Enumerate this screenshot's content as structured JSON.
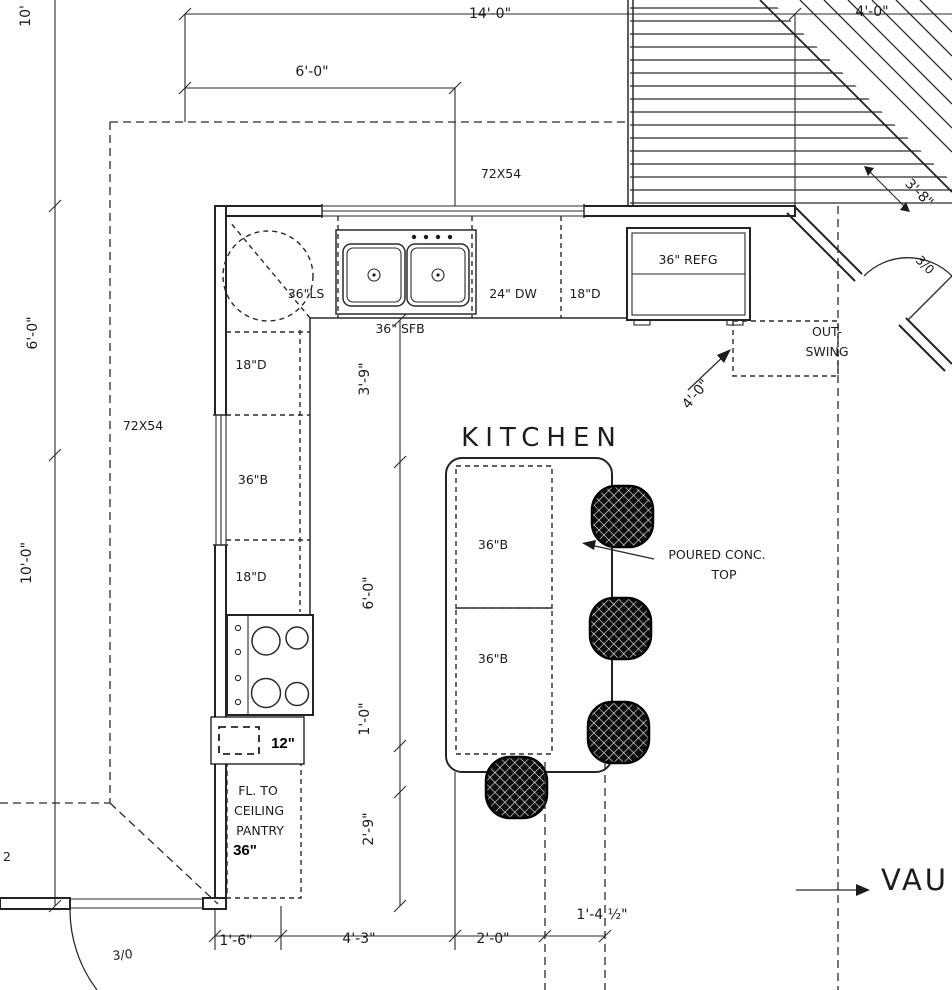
{
  "colors": {
    "ink": "#232323",
    "paper": "#ffffff",
    "stool_fill": "#0d0d0d"
  },
  "labels": {
    "room": "KITCHEN",
    "vaulted_partial": "VAU",
    "poured_line1": "POURED CONC.",
    "poured_line2": "TOP",
    "outswing_line1": "OUT-",
    "outswing_line2": "SWING",
    "pantry_line1": "FL. TO",
    "pantry_line2": "CEILING",
    "pantry_line3": "PANTRY"
  },
  "dimensions": {
    "top_left_partial": "10'",
    "top_width": "14'-0\"",
    "top_right": "4'-0\"",
    "window_top": "6'-0\"",
    "stair_width": "3'-8\"",
    "left_upper": "6'-0\"",
    "left_lower": "10'-0\"",
    "counter_to_island": "3'-9\"",
    "island_length": "6'-0\"",
    "overhang": "1'-0\"",
    "walkway": "2'-9\"",
    "bottom_1": "1'-6\"",
    "bottom_2": "4'-3\"",
    "bottom_3": "2'-0\"",
    "bottom_4": "1'-4 ½\"",
    "door_clearance": "4'-0\"",
    "left_edge_partial": "2"
  },
  "windows": {
    "top": "72X54",
    "left": "72X54"
  },
  "doors": {
    "right": "3/0",
    "bottom": "3/0"
  },
  "cabinets": {
    "lazy_susan": "36\"LS",
    "sink_base": "36\" SFB",
    "dishwasher": "24\" DW",
    "drawer_top": "18\"D",
    "refrigerator": "36\" REFG",
    "drawer_left_1": "18\"D",
    "base_left": "36\"B",
    "drawer_left_2": "18\"D",
    "island_base_1": "36\"B",
    "island_base_2": "36\"B"
  },
  "annotations": {
    "width_12": "12\"",
    "width_36": "36\""
  }
}
